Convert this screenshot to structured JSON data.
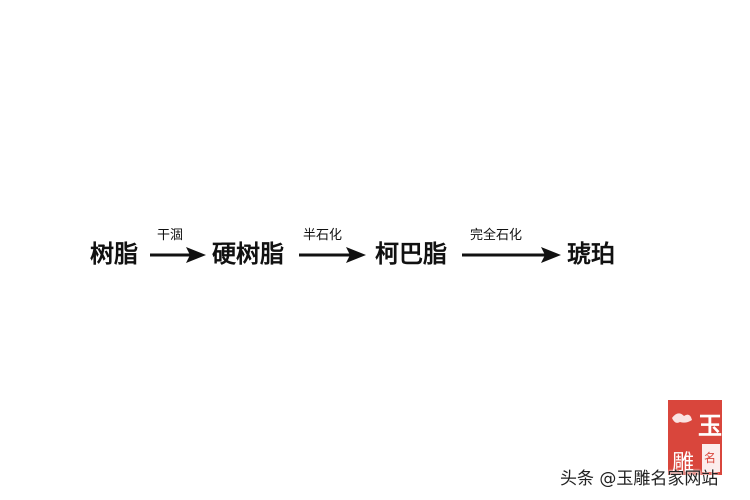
{
  "nodes": [
    "树脂",
    "硬树脂",
    "柯巴脂",
    "琥珀"
  ],
  "arrows": [
    "干涸",
    "半石化",
    "完全石化"
  ],
  "seal": {
    "text": "玉雕名",
    "color": "#d9463c"
  },
  "watermark": "头条 @玉雕名家网站"
}
